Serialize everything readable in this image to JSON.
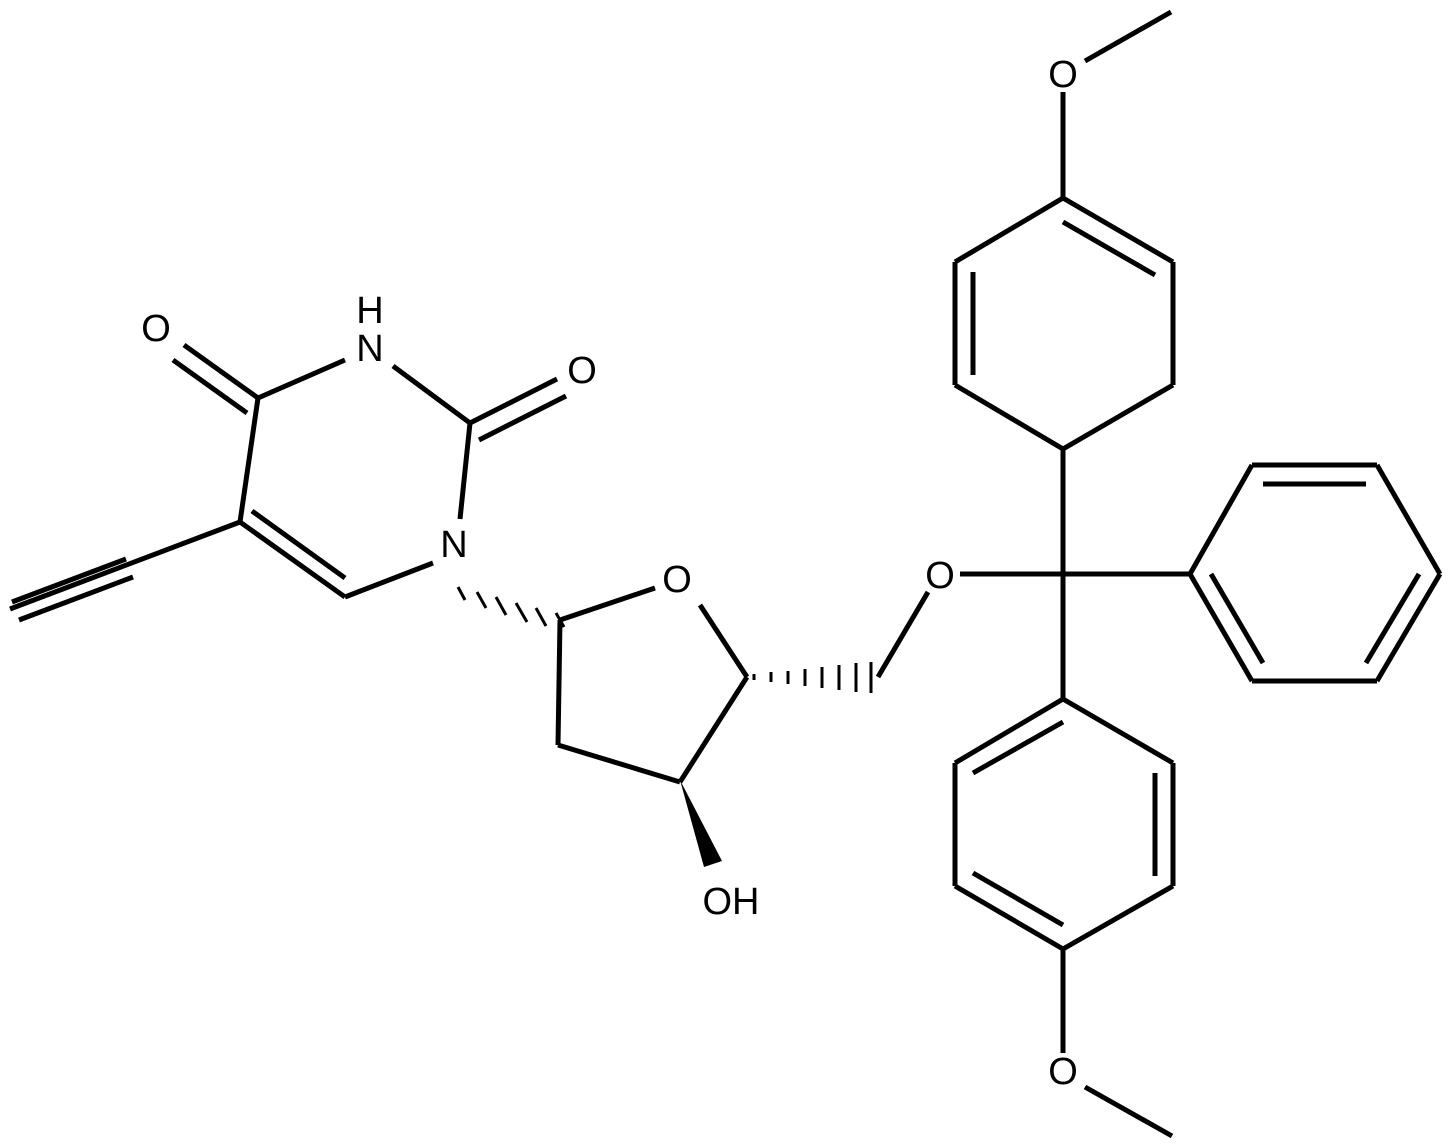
{
  "atoms": {
    "o_methoxy_top": "O",
    "nh": {
      "n": "N",
      "h": "H"
    },
    "o_carbonyl_left": "O",
    "o_carbonyl_right": "O",
    "n_ring": "N",
    "o_furanose": "O",
    "o_ether": "O",
    "oh": "OH",
    "o_methoxy_bottom": "O"
  }
}
